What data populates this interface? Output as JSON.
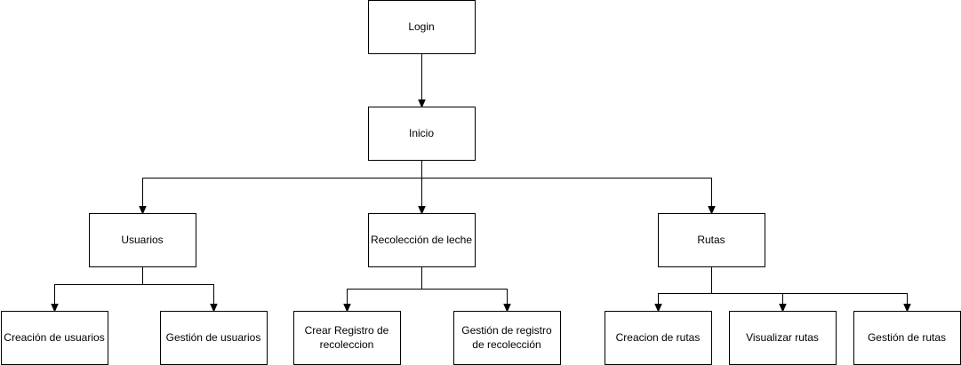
{
  "diagram": {
    "type": "tree",
    "nodes": [
      {
        "id": "login",
        "label": [
          "Login"
        ]
      },
      {
        "id": "inicio",
        "label": [
          "Inicio"
        ]
      },
      {
        "id": "usuarios",
        "label": [
          "Usuarios"
        ]
      },
      {
        "id": "recoleccion",
        "label": [
          "Recolección de leche"
        ]
      },
      {
        "id": "rutas",
        "label": [
          "Rutas"
        ]
      },
      {
        "id": "creacion-usuarios",
        "label": [
          "Creación de usuarios"
        ]
      },
      {
        "id": "gestion-usuarios",
        "label": [
          "Gestión de usuarios"
        ]
      },
      {
        "id": "crear-registro",
        "label": [
          "Crear Registro de",
          "recoleccion"
        ]
      },
      {
        "id": "gestion-registro",
        "label": [
          "Gestión de registro",
          "de recolección"
        ]
      },
      {
        "id": "creacion-rutas",
        "label": [
          "Creacion de rutas"
        ]
      },
      {
        "id": "visualizar-rutas",
        "label": [
          "Visualizar rutas"
        ]
      },
      {
        "id": "gestion-rutas",
        "label": [
          "Gestión de rutas"
        ]
      }
    ],
    "edges": [
      {
        "from": "login",
        "to": "inicio"
      },
      {
        "from": "inicio",
        "to": "usuarios"
      },
      {
        "from": "inicio",
        "to": "recoleccion"
      },
      {
        "from": "inicio",
        "to": "rutas"
      },
      {
        "from": "usuarios",
        "to": "creacion-usuarios"
      },
      {
        "from": "usuarios",
        "to": "gestion-usuarios"
      },
      {
        "from": "recoleccion",
        "to": "crear-registro"
      },
      {
        "from": "recoleccion",
        "to": "gestion-registro"
      },
      {
        "from": "rutas",
        "to": "creacion-rutas"
      },
      {
        "from": "rutas",
        "to": "visualizar-rutas"
      },
      {
        "from": "rutas",
        "to": "gestion-rutas"
      }
    ]
  }
}
